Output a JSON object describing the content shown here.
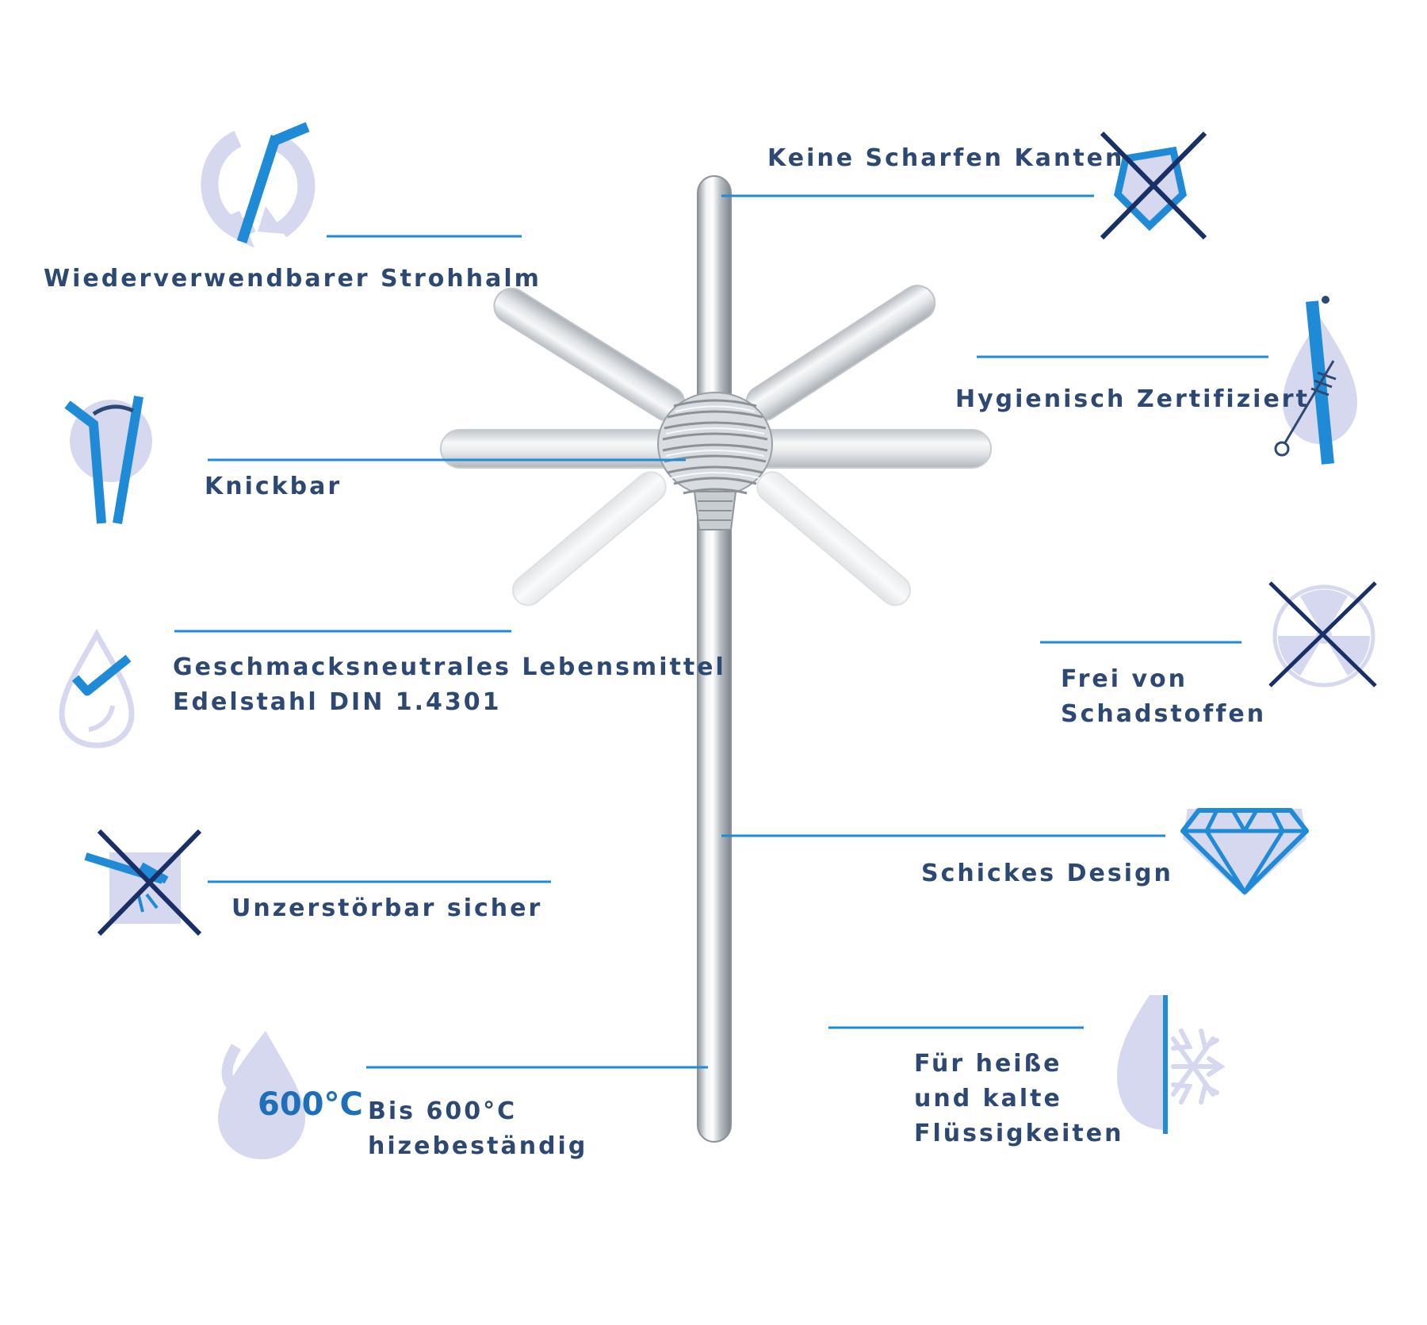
{
  "colors": {
    "accent": "#1f8ad6",
    "navy": "#2e4874",
    "lavender": "#d5d8ee",
    "steel": "#c6cacf"
  },
  "features": {
    "reusable": {
      "label": "Wiederverwendbarer Strohhalm",
      "icon": "recycle-straw-icon"
    },
    "bendable": {
      "label": "Knickbar",
      "icon": "bent-straw-icon"
    },
    "taste": {
      "line1": "Geschmacksneutrales Lebensmittel",
      "line2": "Edelstahl DIN 1.4301",
      "icon": "drop-check-icon"
    },
    "unbreakable": {
      "label": "Unzerstörbar sicher",
      "icon": "no-break-icon"
    },
    "heat": {
      "line1": "Bis 600°C",
      "line2": "hizebeständig",
      "icon": "flame-icon",
      "icon_text": "600°C"
    },
    "no_edges": {
      "label": "Keine Scharfen Kanten",
      "icon": "no-sharp-edges-icon"
    },
    "hygienic": {
      "label": "Hygienisch Zertifiziert",
      "icon": "cleaning-brush-icon"
    },
    "pollutant_free": {
      "line1": "Frei von",
      "line2": "Schadstoffen",
      "icon": "no-radiation-icon"
    },
    "design": {
      "label": "Schickes Design",
      "icon": "diamond-icon"
    },
    "hot_cold": {
      "line1": "Für heiße",
      "line2": "und kalte",
      "line3": "Flüssigkeiten",
      "icon": "flame-snowflake-icon"
    }
  }
}
